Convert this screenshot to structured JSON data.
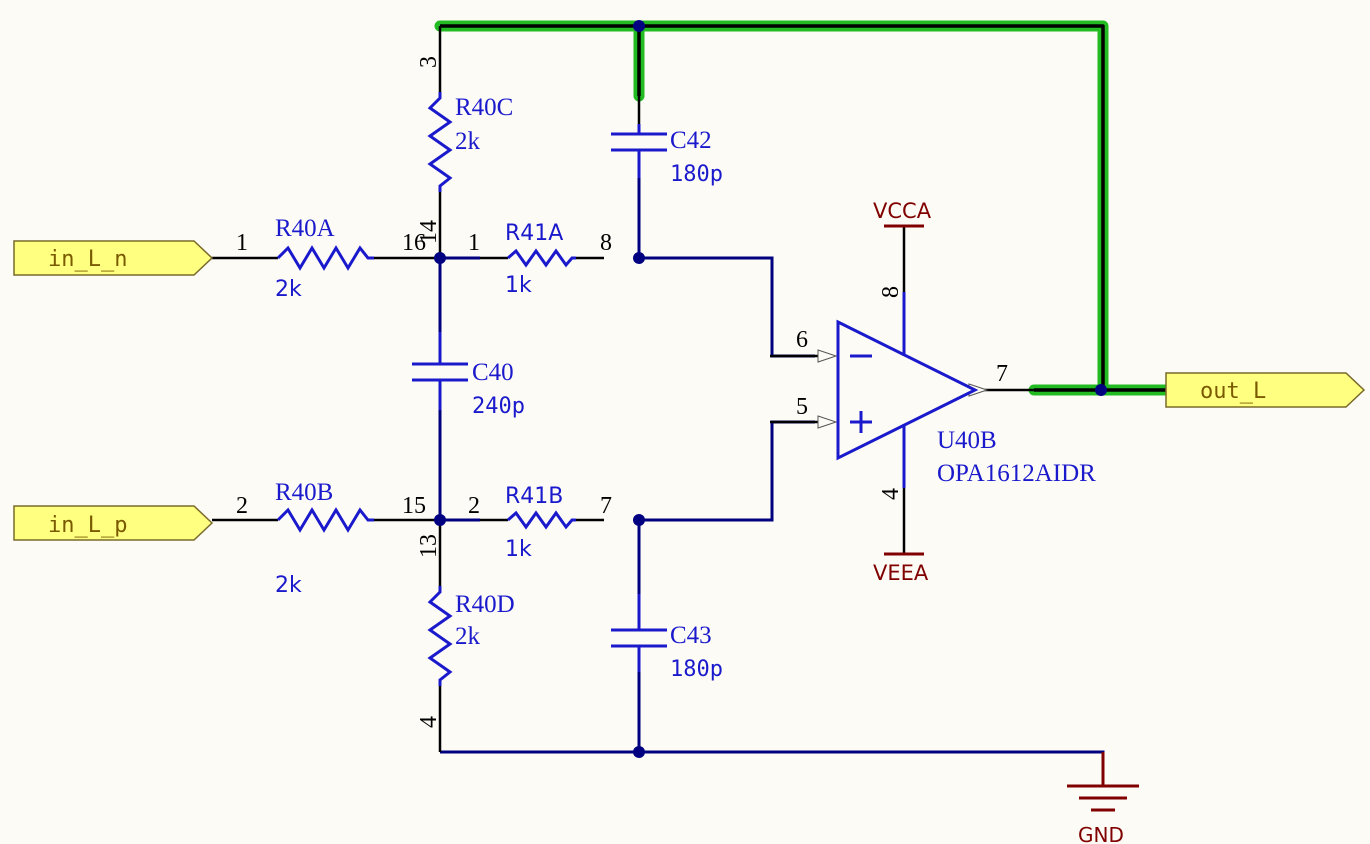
{
  "colors": {
    "background": "#fdfbf6",
    "wire": "#000080",
    "pin": "#000000",
    "component": "#1a1acc",
    "power": "#800000",
    "label_fill": "#ffff80",
    "label_text": "#7a5a00",
    "highlight": "#22bb22"
  },
  "ports": {
    "in_n": "in_L_n",
    "in_p": "in_L_p",
    "out": "out_L"
  },
  "power": {
    "vcc": "VCCA",
    "vee": "VEEA",
    "gnd": "GND"
  },
  "components": {
    "r40a": {
      "ref": "R40A",
      "value": "2k",
      "pin_l": "1",
      "pin_r": "16"
    },
    "r40b": {
      "ref": "R40B",
      "value": "2k",
      "pin_l": "2",
      "pin_r": "15"
    },
    "r40c": {
      "ref": "R40C",
      "value": "2k",
      "pin_t": "3",
      "pin_b": "14"
    },
    "r40d": {
      "ref": "R40D",
      "value": "2k",
      "pin_t": "13",
      "pin_b": "4"
    },
    "r41a": {
      "ref": "R41A",
      "value": "1k",
      "pin_l": "1",
      "pin_r": "8"
    },
    "r41b": {
      "ref": "R41B",
      "value": "1k",
      "pin_l": "2",
      "pin_r": "7"
    },
    "c40": {
      "ref": "C40",
      "value": "240p"
    },
    "c42": {
      "ref": "C42",
      "value": "180p"
    },
    "c43": {
      "ref": "C43",
      "value": "180p"
    },
    "u40b": {
      "ref": "U40B",
      "value": "OPA1612AIDR",
      "pin_inv": "6",
      "pin_noninv": "5",
      "pin_out": "7",
      "pin_vcc": "8",
      "pin_vee": "4",
      "sym_minus": "−",
      "sym_plus": "+"
    }
  }
}
